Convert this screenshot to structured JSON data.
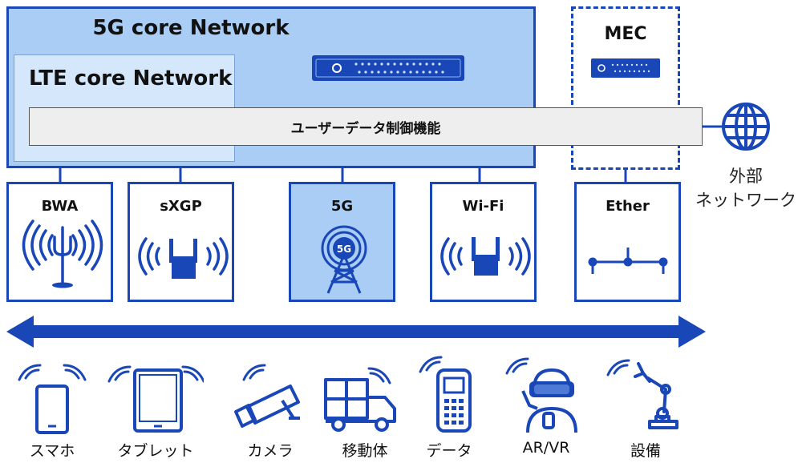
{
  "core_network": {
    "title": "5G core Network"
  },
  "lte_network": {
    "title": "LTE core Network"
  },
  "mec": {
    "title": "MEC"
  },
  "user_data_function": {
    "label": "ユーザーデータ制御機能"
  },
  "external_network": {
    "line1": "外部",
    "line2": "ネットワーク"
  },
  "access_types": [
    {
      "label": "BWA",
      "icon": "antenna-icon"
    },
    {
      "label": "sXGP",
      "icon": "router-icon"
    },
    {
      "label": "5G",
      "icon": "5g-tower-icon"
    },
    {
      "label": "Wi-Fi",
      "icon": "wifi-router-icon"
    },
    {
      "label": "Ether",
      "icon": "ethernet-bus-icon"
    }
  ],
  "tower_badge": "5G",
  "devices": [
    {
      "label": "スマホ",
      "icon": "smartphone-icon"
    },
    {
      "label": "タブレット",
      "icon": "tablet-icon"
    },
    {
      "label": "カメラ",
      "icon": "camera-icon"
    },
    {
      "label": "移動体",
      "icon": "truck-icon"
    },
    {
      "label": "データ",
      "icon": "handheld-terminal-icon"
    },
    {
      "label": "AR/VR",
      "icon": "vr-headset-icon"
    },
    {
      "label": "設備",
      "icon": "robot-arm-icon"
    }
  ],
  "colors": {
    "accent": "#1a47b8",
    "core_fill": "#a9cdf5",
    "lte_fill": "#d4e7fb",
    "function_fill": "#eeeeee"
  }
}
